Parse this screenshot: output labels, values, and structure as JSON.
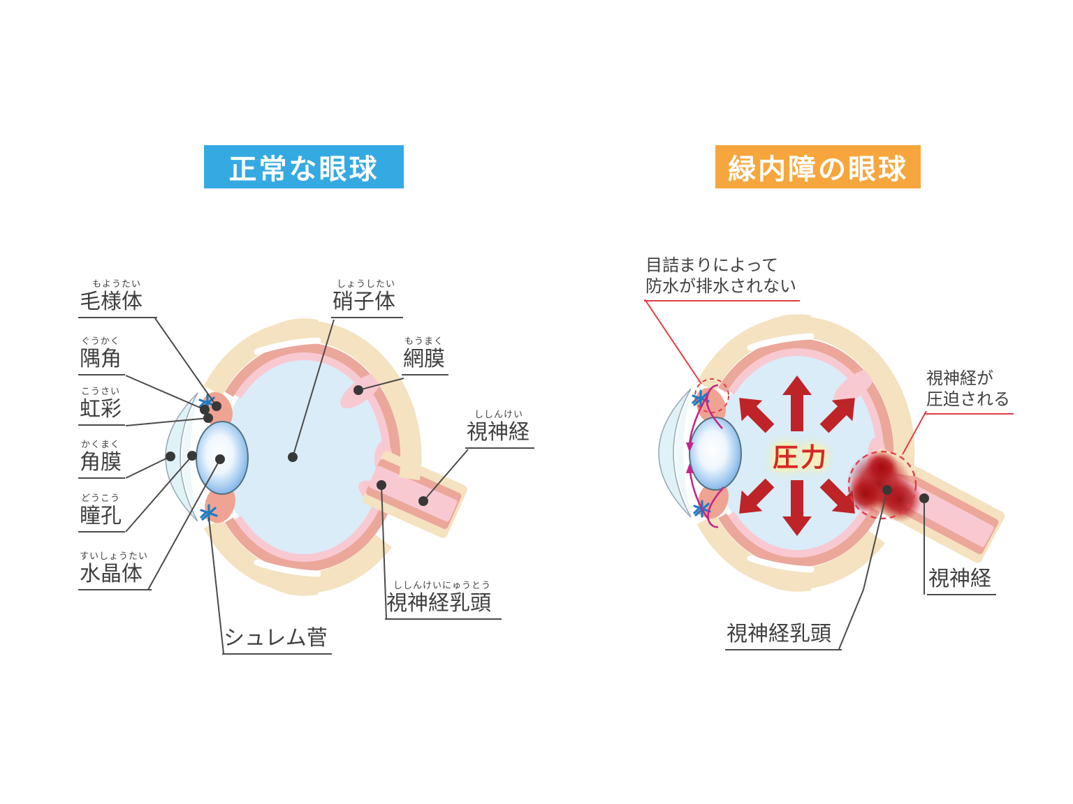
{
  "left_panel": {
    "title": "正常な眼球",
    "title_bg": "#35a9e1",
    "labels": {
      "ciliary_body": {
        "ruby": "もようたい",
        "text": "毛様体"
      },
      "angle": {
        "ruby": "ぐうかく",
        "text": "隅角"
      },
      "iris": {
        "ruby": "こうさい",
        "text": "虹彩"
      },
      "cornea": {
        "ruby": "かくまく",
        "text": "角膜"
      },
      "pupil": {
        "ruby": "どうこう",
        "text": "瞳孔"
      },
      "lens": {
        "ruby": "すいしょうたい",
        "text": "水晶体"
      },
      "schlemm_canal": {
        "text": "シュレム菅"
      },
      "vitreous_body": {
        "ruby": "しょうしたい",
        "text": "硝子体"
      },
      "retina": {
        "ruby": "もうまく",
        "text": "網膜"
      },
      "optic_nerve": {
        "ruby": "ししんけい",
        "text": "視神経"
      },
      "optic_disc": {
        "ruby": "ししんけいにゅうとう",
        "text": "視神経乳頭"
      }
    }
  },
  "right_panel": {
    "title": "緑内障の眼球",
    "title_bg": "#f6a63c",
    "annotations": {
      "blockage_line1": "目詰まりによって",
      "blockage_line2": "防水が排水されない",
      "compression_line1": "視神経が",
      "compression_line2": "圧迫される",
      "pressure": "圧力",
      "optic_nerve": "視神経",
      "optic_disc": "視神経乳頭"
    }
  },
  "colors": {
    "badge_blue": "#35a9e1",
    "badge_orange": "#f6a63c",
    "sclera_tan": "#f4e2c0",
    "choroid_salmon": "#eba79a",
    "retina_pink": "#f9c9d2",
    "vitreous_blue": "#d9ecf8",
    "cornea_cyan": "#dff2f8",
    "lens_blue": "#63a0dc",
    "iris_salmon": "#efa392",
    "canal_blue": "#1d7cc4",
    "leader_gray": "#4a4a4a",
    "accent_red": "#e23b47",
    "pressure_arrow_red": "#be2328",
    "flow_magenta": "#c3258b",
    "damage_red": "#9e0b10"
  }
}
